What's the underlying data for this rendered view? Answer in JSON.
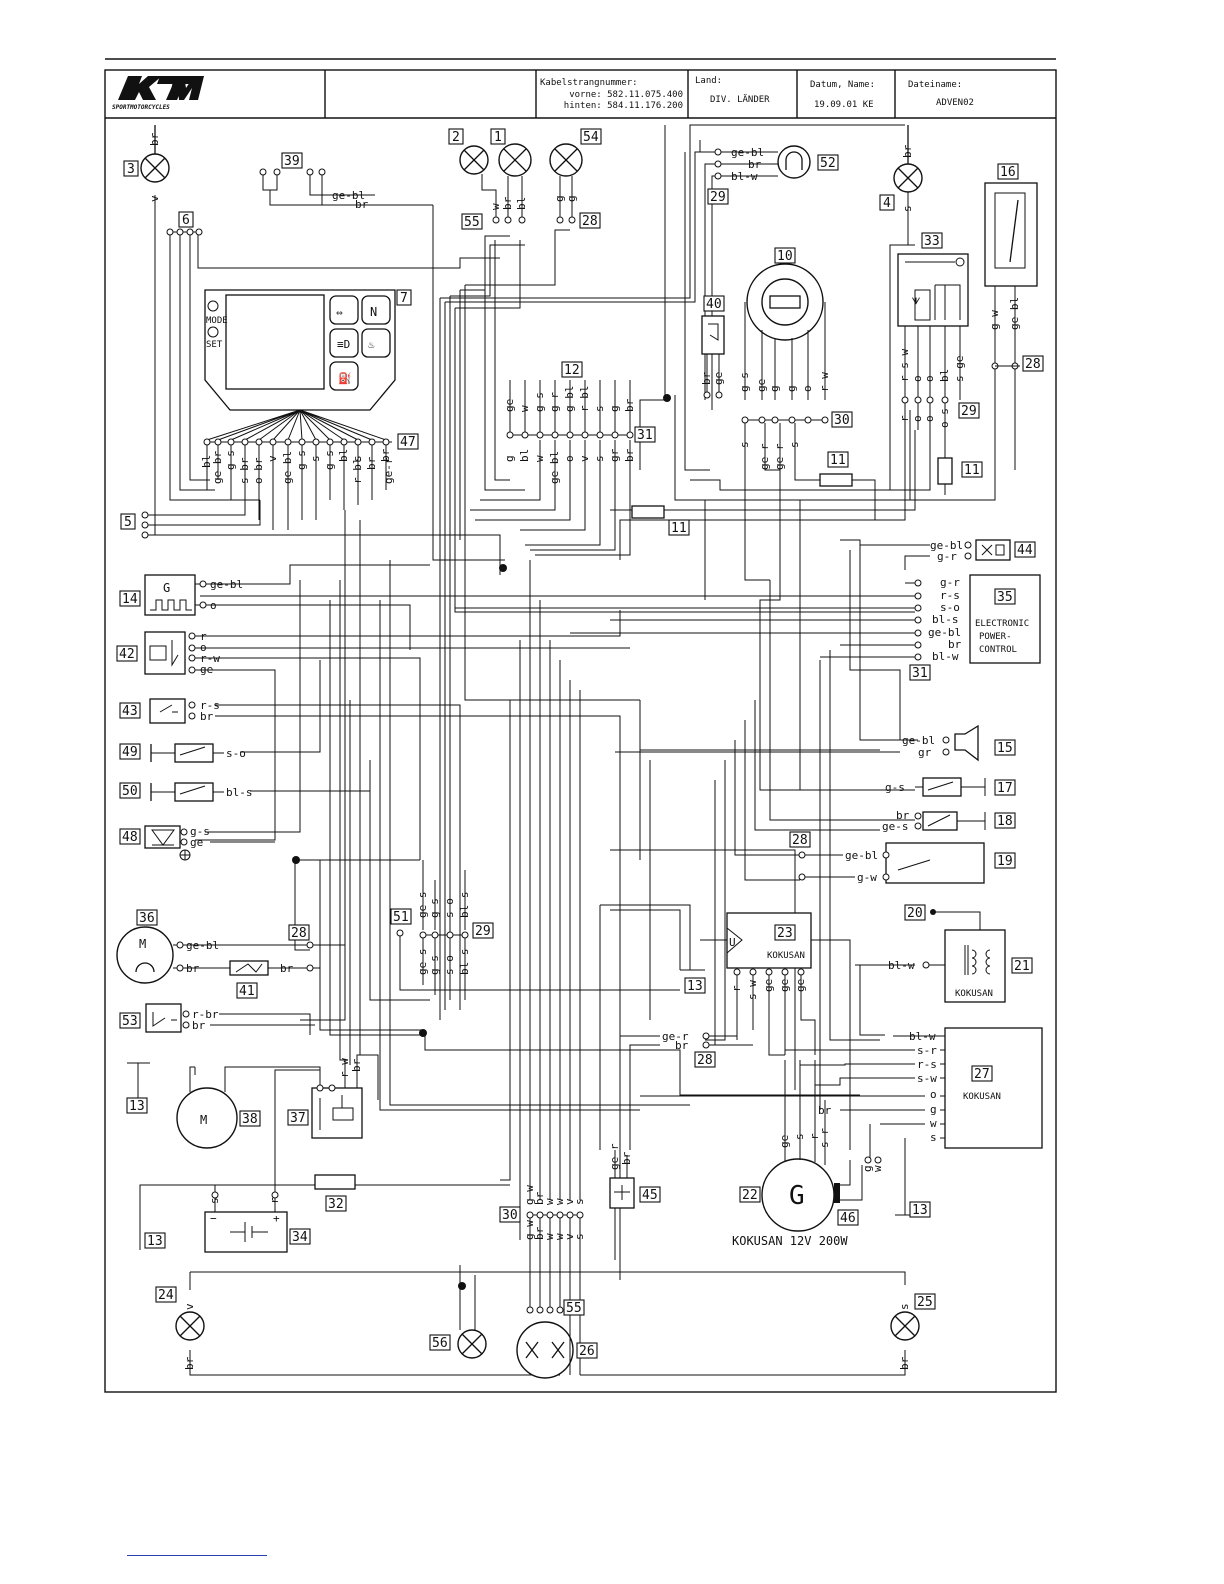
{
  "header": {
    "brand": "KTM",
    "brand_sub": "SPORTMOTORCYCLES",
    "harness_label": "Kabelstrangnummer:",
    "front_line": "vorne: 582.11.075.400",
    "rear_line": "hinten: 584.11.176.200",
    "country_label": "Land:",
    "country_value": "DIV. LÄNDER",
    "date_label": "Datum, Name:",
    "date_value": "19.09.01 KE",
    "file_label": "Dateiname:",
    "file_value": "ADVEN02"
  },
  "instrument": {
    "mode": "MODE",
    "set": "SET"
  },
  "component_numbers": [
    "1",
    "2",
    "3",
    "4",
    "5",
    "6",
    "7",
    "10",
    "11",
    "12",
    "13",
    "14",
    "15",
    "16",
    "17",
    "18",
    "19",
    "20",
    "21",
    "22",
    "23",
    "24",
    "25",
    "26",
    "27",
    "28",
    "29",
    "30",
    "31",
    "32",
    "33",
    "34",
    "35",
    "36",
    "37",
    "38",
    "39",
    "40",
    "41",
    "42",
    "43",
    "44",
    "45",
    "46",
    "47",
    "48",
    "49",
    "50",
    "51",
    "52",
    "53",
    "54",
    "55",
    "56"
  ],
  "module_35": {
    "line1": "ELECTRONIC",
    "line2": "POWER-",
    "line3": "CONTROL"
  },
  "kokusan": {
    "regulator": "KOKUSAN",
    "cdi": "KOKUSAN",
    "coil": "KOKUSAN",
    "generator": "KOKUSAN 12V 200W"
  },
  "symbols": {
    "generator": "G",
    "motor": "M",
    "pulse": "G"
  },
  "wire_labels": {
    "c47": [
      "bl",
      "ge-br",
      "g-s",
      "s-br",
      "o-br",
      "v",
      "ge-bl",
      "g-s",
      "s",
      "g-s",
      "bl",
      "s",
      "r-bl",
      "br",
      "br",
      "ge-r"
    ],
    "c12_top": [
      "ge",
      "w",
      "g-s",
      "g-r",
      "g-bl",
      "r-bl",
      "s",
      "g",
      "br"
    ],
    "c12_bot": [
      "g",
      "bl",
      "w",
      "ge-bl",
      "o",
      "v",
      "s",
      "gr",
      "br"
    ],
    "c10_top": [
      "g-s",
      "ge",
      "g",
      "g",
      "o",
      "r-w"
    ],
    "c10_bot": [
      "s",
      "ge-r",
      "ge-r",
      "s"
    ],
    "c33": [
      "r-s-w",
      "o",
      "o",
      "bl",
      "s-ge"
    ],
    "c33_bot": [
      "r",
      "o",
      "o",
      "o-s"
    ],
    "c35": [
      "g-r",
      "r-s",
      "s-o",
      "bl-s",
      "ge-bl",
      "br",
      "bl-w"
    ],
    "c44": [
      "ge-bl",
      "g-r"
    ],
    "c39": [
      "ge-bl",
      "br"
    ],
    "c52": [
      "ge-bl",
      "br",
      "bl-w"
    ],
    "c14": [
      "ge-bl",
      "o"
    ],
    "c42": [
      "r",
      "o",
      "r-w",
      "ge"
    ],
    "c43": [
      "r-s",
      "br"
    ],
    "c49": [
      "s-o"
    ],
    "c50": [
      "bl-s"
    ],
    "c48": [
      "g-s",
      "ge"
    ],
    "c15": [
      "ge-bl",
      "gr"
    ],
    "c17": [
      "g-s"
    ],
    "c18": [
      "br",
      "ge-s"
    ],
    "c19": [
      "ge-bl",
      "g-w"
    ],
    "c21": [
      "bl-w"
    ],
    "c36": [
      "ge-bl",
      "br",
      "br"
    ],
    "c53": [
      "r-br",
      "br"
    ],
    "c29_top": [
      "ge-s",
      "g-s",
      "s-o",
      "bl-s"
    ],
    "c29_bot": [
      "ge-s",
      "g-s",
      "s-o",
      "bl-s"
    ],
    "c23": [
      "r",
      "s-w",
      "ge",
      "ge",
      "ge"
    ],
    "c28_reg": [
      "ge-r",
      "br"
    ],
    "c27": [
      "bl-w",
      "s-r",
      "r-s",
      "s-w",
      "o",
      "br",
      "g",
      "w",
      "s"
    ],
    "c22": [
      "ge",
      "s",
      "r",
      "s-r"
    ],
    "c46": [
      "g",
      "w"
    ],
    "c45": [
      "ge-r",
      "br"
    ],
    "c37": [
      "r-w",
      "br"
    ],
    "c34": [
      "s",
      "r"
    ],
    "c30_bot": [
      "g-w",
      "br",
      "w",
      "w",
      "v",
      "s"
    ],
    "c16": [
      "g-w",
      "ge-bl"
    ],
    "c40": [
      "br",
      "ge"
    ],
    "c4": [
      "br",
      "s"
    ],
    "c3": [
      "br",
      "v"
    ],
    "c55_top": [
      "w",
      "br",
      "bl"
    ],
    "c28_top": [
      "g",
      "g"
    ],
    "c24": [
      "v",
      "br"
    ],
    "c25": [
      "s",
      "br"
    ]
  }
}
